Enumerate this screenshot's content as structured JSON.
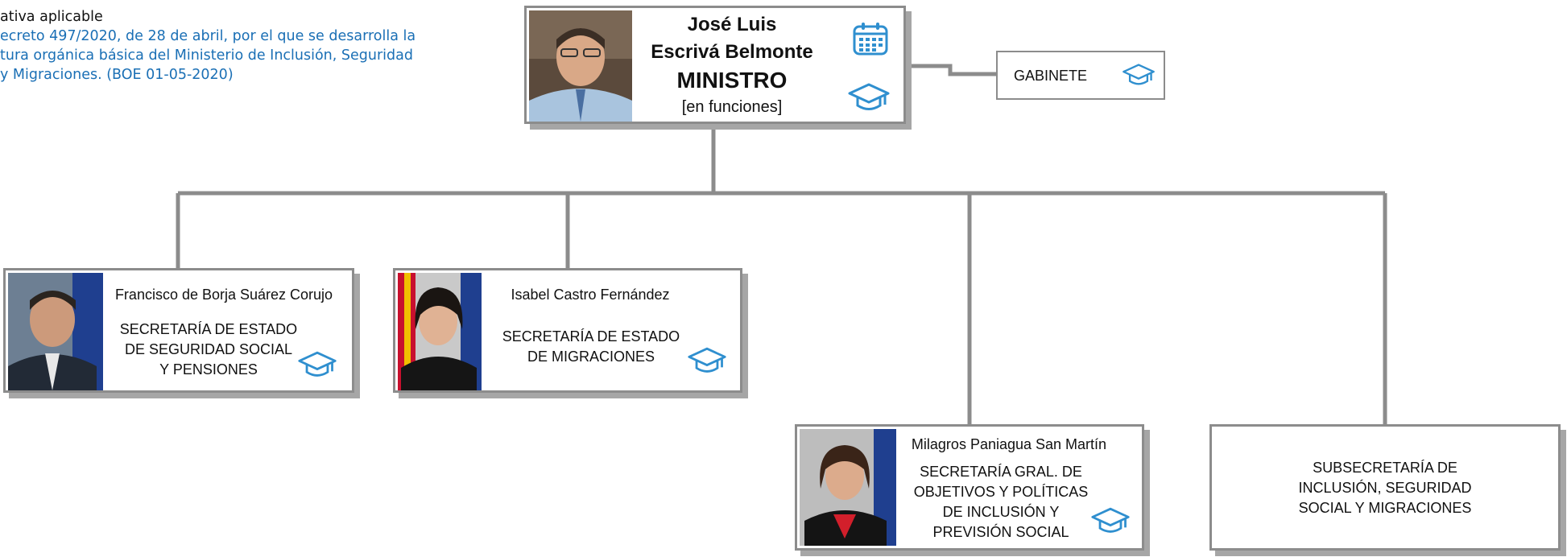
{
  "legal": {
    "label": "ativa aplicable",
    "lines": [
      "ecreto 497/2020, de 28 de abril, por el que se desarrolla la",
      "tura orgánica básica del Ministerio de Inclusión, Seguridad",
      "y Migraciones. (BOE 01-05-2020)"
    ]
  },
  "minister": {
    "name_line1": "José Luis",
    "name_line2": "Escrivá Belmonte",
    "title": "MINISTRO",
    "status": "[en funciones]",
    "icons": [
      "calendar-icon",
      "graduation-cap-icon"
    ]
  },
  "gabinete": {
    "label": "GABINETE",
    "icon": "graduation-cap-icon"
  },
  "units": [
    {
      "person": "Francisco de Borja Suárez Corujo",
      "lines": [
        "SECRETARÍA DE ESTADO",
        "DE  SEGURIDAD SOCIAL",
        "Y PENSIONES"
      ],
      "icon": "graduation-cap-icon"
    },
    {
      "person": "Isabel Castro Fernández",
      "lines": [
        "SECRETARÍA DE ESTADO",
        "DE MIGRACIONES"
      ],
      "icon": "graduation-cap-icon"
    },
    {
      "person": "Milagros Paniagua San Martín",
      "lines": [
        "SECRETARÍA GRAL.  DE",
        "OBJETIVOS Y  POLÍTICAS",
        "DE INCLUSIÓN Y",
        "PREVISIÓN SOCIAL"
      ],
      "icon": "graduation-cap-icon"
    },
    {
      "person": "",
      "lines": [
        "SUBSECRETARÍA DE",
        "INCLUSIÓN, SEGURIDAD",
        "SOCIAL Y MIGRACIONES"
      ]
    }
  ],
  "colors": {
    "connector": "#8c8c8c",
    "icon": "#2f8fcf",
    "legal_text": "#1a6fb5"
  }
}
